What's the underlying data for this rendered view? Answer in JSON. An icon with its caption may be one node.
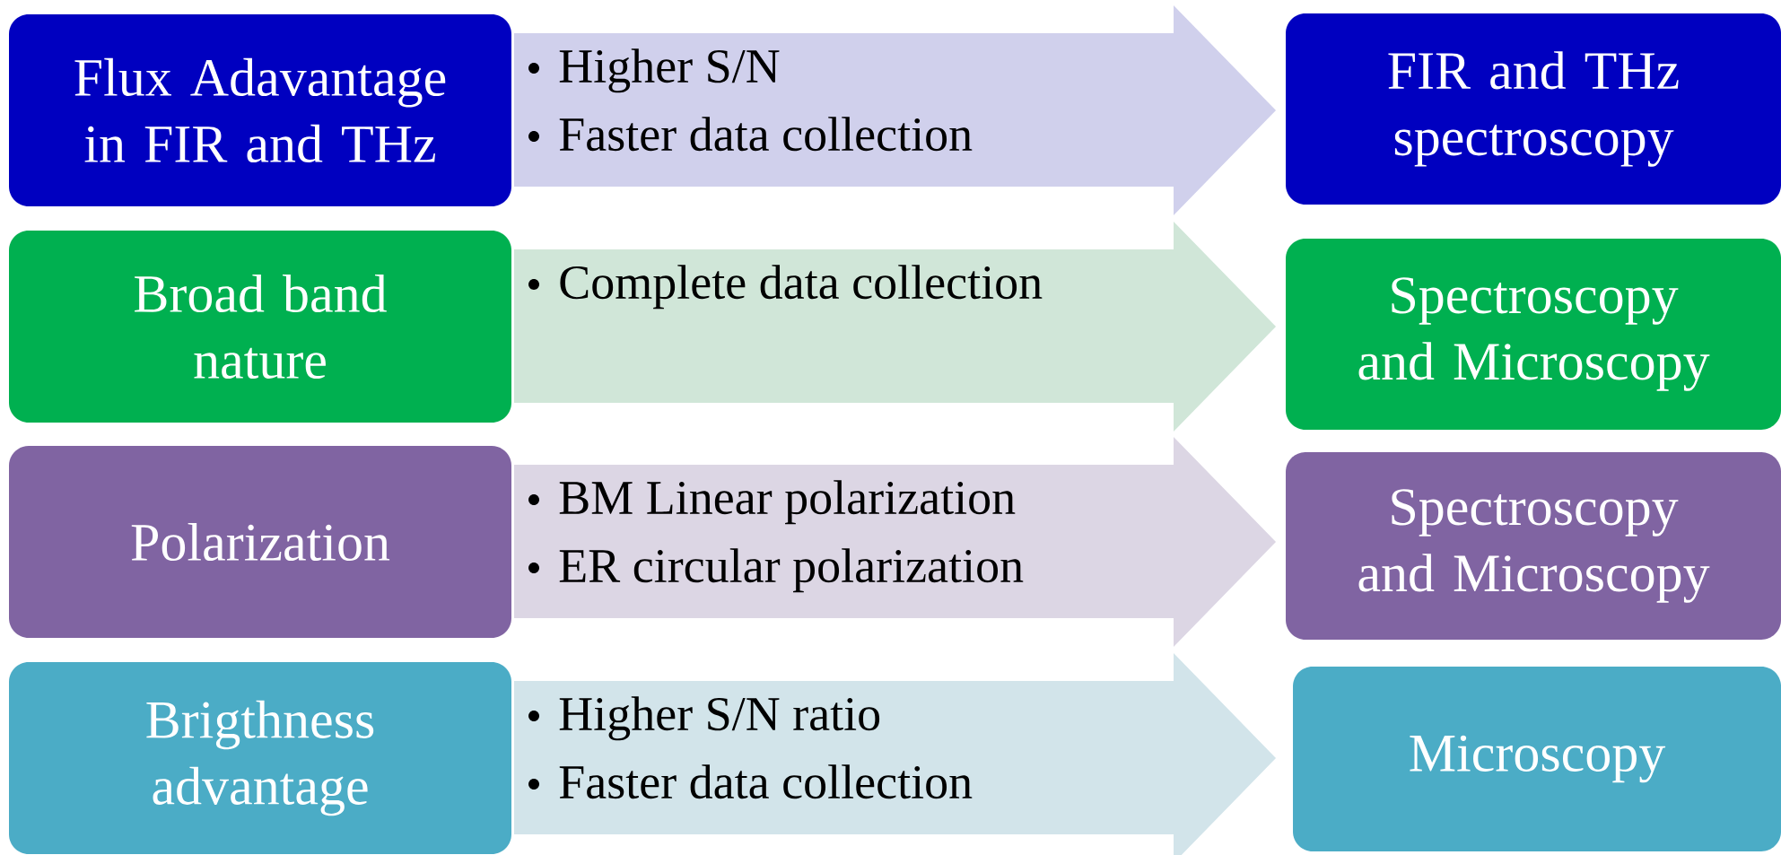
{
  "diagram": {
    "nodes": [
      {
        "text": [
          "Flux Adavantage in FIR and THz"
        ]
      },
      {
        "text": [
          "Higher S/N",
          "Faster data collection"
        ]
      },
      {
        "text": [
          "FIR and THz spectroscopy"
        ]
      },
      {
        "text": [
          "Broad band nature"
        ]
      },
      {
        "text": [
          "Complete data collection"
        ]
      },
      {
        "text": [
          "Spectroscopy and Microscopy"
        ]
      },
      {
        "text": [
          "Polarization"
        ]
      },
      {
        "text": [
          "BM Linear polarization",
          "ER circular polarization"
        ]
      },
      {
        "text": [
          "Spectroscopy and Microscopy"
        ]
      },
      {
        "text": [
          "Brigthness advantage"
        ]
      },
      {
        "text": [
          "Higher S/N ratio",
          "Faster data collection"
        ]
      },
      {
        "text": [
          "Microscopy"
        ]
      }
    ]
  }
}
